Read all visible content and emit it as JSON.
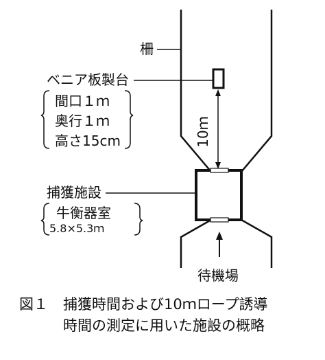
{
  "fence_label": "柵",
  "platform": {
    "label": "ベニア板製台",
    "width": "間口１ｍ",
    "depth": "奥行１ｍ",
    "height": "高さ15cm"
  },
  "distance_label": "10ｍ",
  "facility": {
    "label": "捕獲施設",
    "name": "牛衡器室",
    "size": "5.8×5.3ｍ"
  },
  "waiting_area": "待機場",
  "caption": {
    "fig": "図１",
    "line1": "捕獲時間および10ｍロープ誘導",
    "line2": "時間の測定に用いた施設の概略"
  }
}
